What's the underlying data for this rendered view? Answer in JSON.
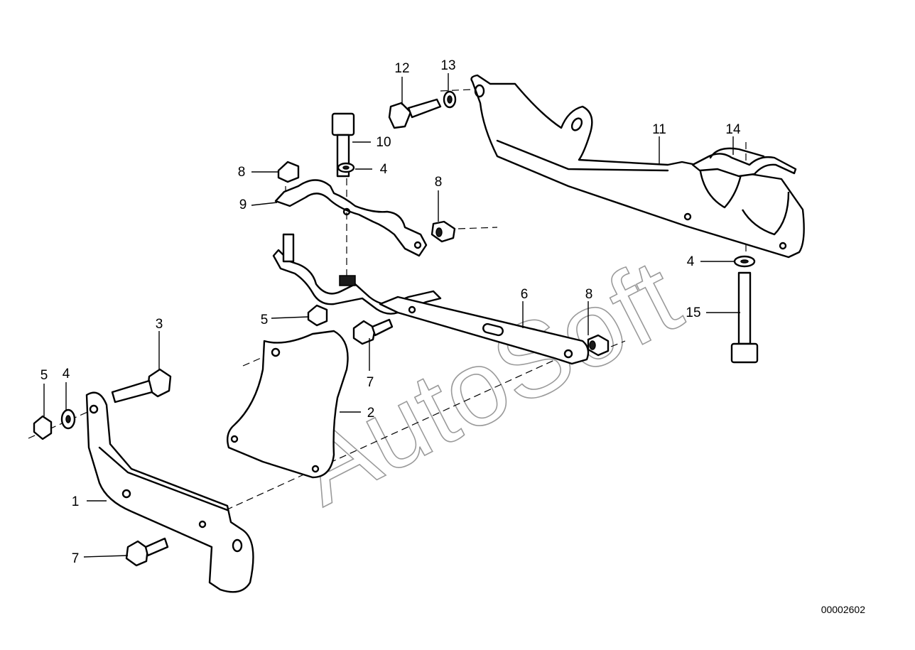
{
  "watermark": "AutoSoft",
  "document_id": "00002602",
  "callouts": {
    "c1": "1",
    "c2": "2",
    "c3": "3",
    "c4a": "4",
    "c4b": "4",
    "c4c": "4",
    "c5a": "5",
    "c5b": "5",
    "c6": "6",
    "c7a": "7",
    "c7b": "7",
    "c8a": "8",
    "c8b": "8",
    "c8c": "8",
    "c9": "9",
    "c10": "10",
    "c11": "11",
    "c12": "12",
    "c13": "13",
    "c14": "14",
    "c15": "15"
  }
}
